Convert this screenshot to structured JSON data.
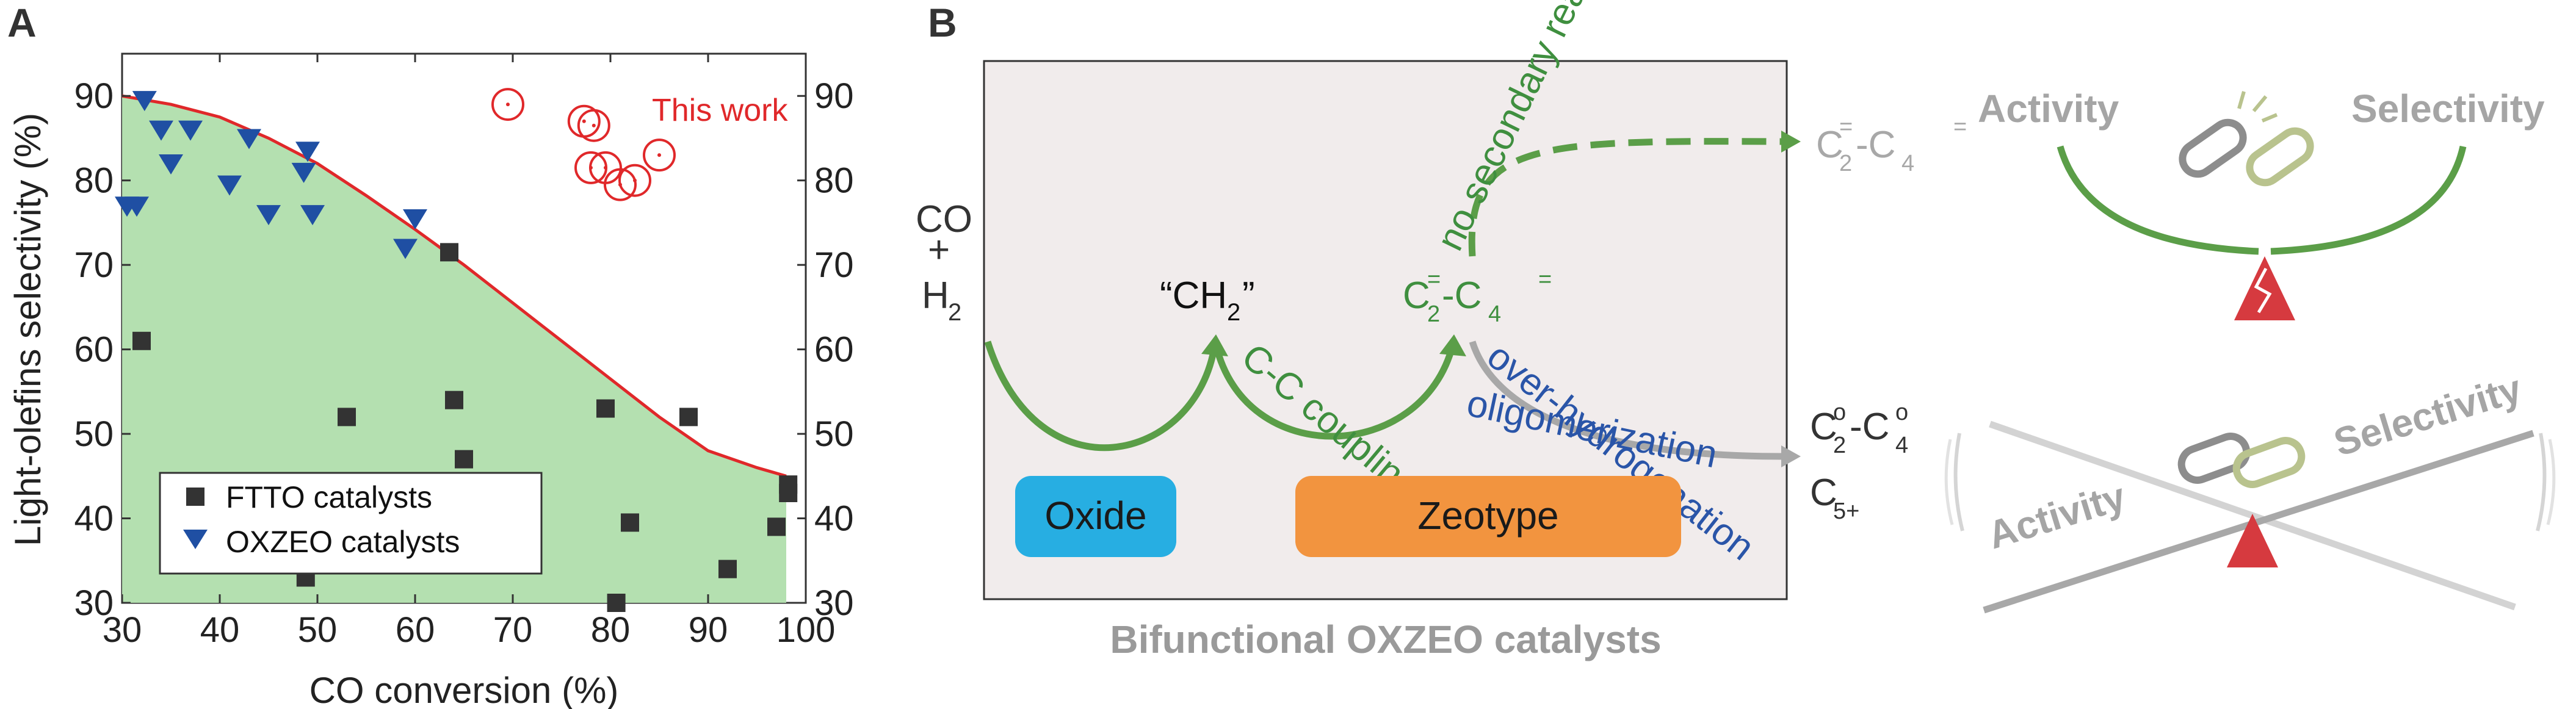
{
  "panel_a": {
    "letter": "A",
    "chart_data": {
      "type": "scatter",
      "xlabel": "CO conversion (%)",
      "ylabel": "Light-olefins selectivity (%)",
      "xlim": [
        30,
        100
      ],
      "ylim": [
        30,
        95
      ],
      "xticks": [
        "30",
        "40",
        "50",
        "60",
        "70",
        "80",
        "90",
        "100"
      ],
      "yticks": [
        "30",
        "40",
        "50",
        "60",
        "70",
        "80",
        "90"
      ],
      "mirror_right_axis": true,
      "legend_placement": "lower-left",
      "boundary_color": "#e0282a",
      "region_color": "#b4e0b0",
      "series": [
        {
          "name": "FTTO catalysts",
          "marker": "square",
          "color": "#333333",
          "points": [
            [
              32,
              61
            ],
            [
              48.8,
              33
            ],
            [
              53,
              52
            ],
            [
              63.5,
              71.5
            ],
            [
              64,
              54
            ],
            [
              65,
              47
            ],
            [
              79.5,
              53
            ],
            [
              80.6,
              30
            ],
            [
              82,
              39.5
            ],
            [
              88,
              52
            ],
            [
              92,
              34
            ],
            [
              97,
              39
            ],
            [
              98.2,
              43
            ],
            [
              98.2,
              44
            ]
          ]
        },
        {
          "name": "OXZEO catalysts",
          "marker": "triangle-down",
          "color": "#1f4fa3",
          "points": [
            [
              30.5,
              77
            ],
            [
              31.5,
              77
            ],
            [
              32.3,
              89.5
            ],
            [
              34,
              86
            ],
            [
              35,
              82
            ],
            [
              37,
              86
            ],
            [
              41,
              79.5
            ],
            [
              43,
              85
            ],
            [
              45,
              76
            ],
            [
              48.6,
              81
            ],
            [
              49,
              83.5
            ],
            [
              49.5,
              76
            ],
            [
              59,
              72
            ],
            [
              60,
              75.5
            ]
          ]
        },
        {
          "name": "This work",
          "marker": "open-circle",
          "color": "#e0282a",
          "label_text": "This work",
          "points": [
            [
              69.5,
              89
            ],
            [
              77.3,
              87
            ],
            [
              78.3,
              86.5
            ],
            [
              78,
              81.5
            ],
            [
              79.5,
              81.5
            ],
            [
              81,
              79.5
            ],
            [
              82.5,
              80
            ],
            [
              85,
              83
            ]
          ]
        }
      ],
      "boundary_curve": [
        [
          30,
          90
        ],
        [
          35,
          89
        ],
        [
          40,
          87.5
        ],
        [
          45,
          85
        ],
        [
          50,
          82
        ],
        [
          55,
          78.2
        ],
        [
          60,
          74.2
        ],
        [
          65,
          70
        ],
        [
          70,
          65.5
        ],
        [
          75,
          61
        ],
        [
          80,
          56.5
        ],
        [
          85,
          52
        ],
        [
          90,
          48
        ],
        [
          95,
          46
        ],
        [
          98,
          45
        ]
      ]
    }
  },
  "panel_b": {
    "letter": "B",
    "labels": {
      "co": "CO",
      "plus": "+",
      "h2_base": "H",
      "h2_sub": "2",
      "ch2_open": "“CH",
      "ch2_sub": "2",
      "ch2_close": "”",
      "cc_coupling": "C-C coupling",
      "product_c2": "C",
      "product_c2_sub": "2",
      "product_eq1": "=",
      "product_dash": "-C",
      "product_c4_sub": "4",
      "product_eq2": "=",
      "no_secondary": "no secondary reaction",
      "over_hydrogenation": "over-hydrogenation",
      "oligomerization": "oligomerization",
      "grey_product_c": "C",
      "grey_product_c2_sub": "2",
      "grey_product_eq": "=",
      "grey_product_dash": "-C",
      "grey_product_c4_sub": "4",
      "grey_product_eq2": "=",
      "paraffin_c": "C",
      "paraffin_c2": "2",
      "paraffin_o1": "o",
      "paraffin_dash": "-C",
      "paraffin_c4": "4",
      "paraffin_o2": "o",
      "c5_base": "C",
      "c5_sub": "5+",
      "oxide": "Oxide",
      "zeotype": "Zeotype",
      "caption": "Bifunctional OXZEO catalysts"
    },
    "colors": {
      "green": "#5b9e48",
      "dark_green": "#2f8a2f",
      "blue_text": "#2a55a8",
      "grey": "#9a9a9a",
      "oxide_fill": "#27aee2",
      "zeotype_fill": "#f2943f",
      "bg_box": "#f1ecec",
      "red_fulcrum": "#d63a3f"
    }
  },
  "concept_top": {
    "activity": "Activity",
    "selectivity": "Selectivity"
  },
  "concept_bottom": {
    "activity": "Activity",
    "selectivity": "Selectivity"
  }
}
